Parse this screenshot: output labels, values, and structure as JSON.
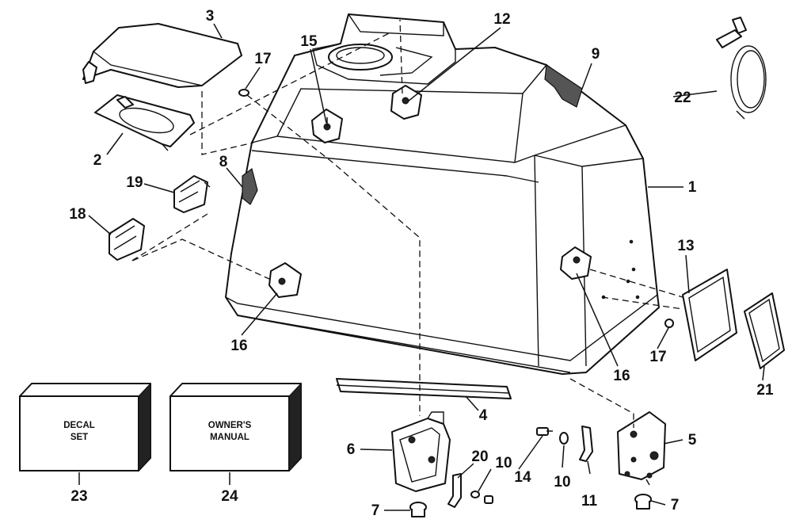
{
  "callouts": {
    "c1": "1",
    "c2": "2",
    "c3": "3",
    "c4": "4",
    "c5": "5",
    "c6": "6",
    "c7a": "7",
    "c7b": "7",
    "c8": "8",
    "c9": "9",
    "c10a": "10",
    "c10b": "10",
    "c11": "11",
    "c12": "12",
    "c13": "13",
    "c14": "14",
    "c15": "15",
    "c16a": "16",
    "c16b": "16",
    "c17a": "17",
    "c17b": "17",
    "c18": "18",
    "c19": "19",
    "c20": "20",
    "c21": "21",
    "c22": "22",
    "c23": "23",
    "c24": "24"
  },
  "boxes": {
    "decal_line1": "DECAL",
    "decal_line2": "SET",
    "manual_line1": "OWNER'S",
    "manual_line2": "MANUAL"
  }
}
